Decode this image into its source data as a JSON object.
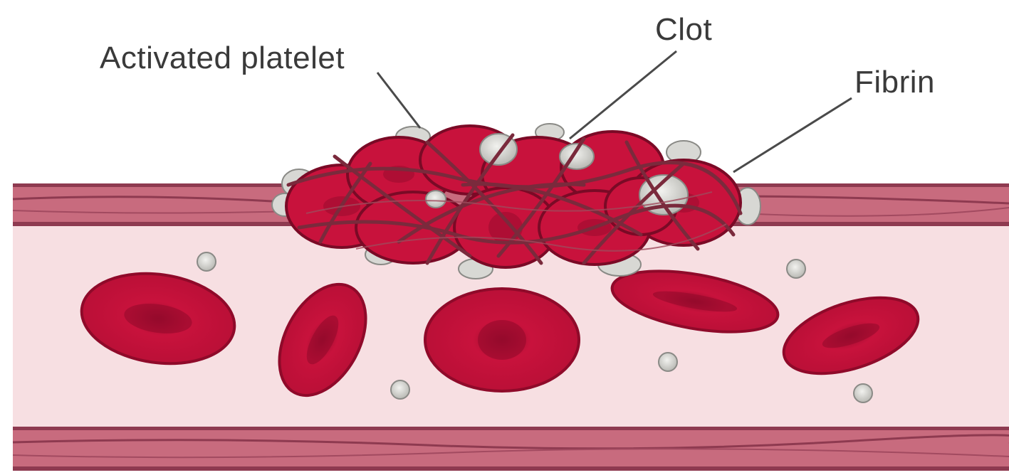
{
  "labels": {
    "activated_platelet": "Activated platelet",
    "clot": "Clot",
    "fibrin": "Fibrin"
  },
  "colors": {
    "background": "#ffffff",
    "vessel_wall": "#c86b7e",
    "vessel_wall_dark": "#8e3a50",
    "lumen": "#f7dfe2",
    "red_blood_cell": "#c8123c",
    "red_blood_cell_dark": "#8f0a2a",
    "platelet": "#d4d4d0",
    "fibrin_strand": "#7a2a3c",
    "label_text": "#3a3a3a",
    "leader_line": "#4a4a4a"
  }
}
